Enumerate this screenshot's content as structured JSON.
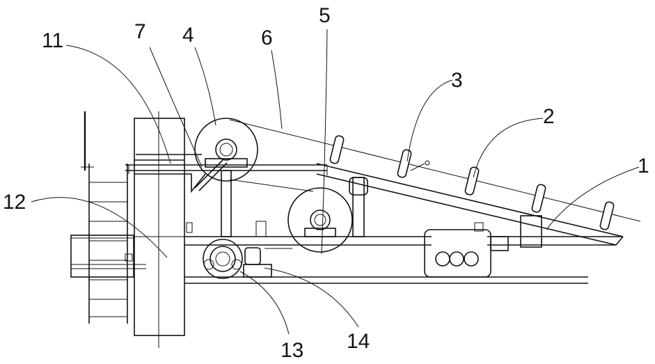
{
  "labels": {
    "l1": "1",
    "l2": "2",
    "l3": "3",
    "l4": "4",
    "l5": "5",
    "l6": "6",
    "l7": "7",
    "l11": "11",
    "l12": "12",
    "l13": "13",
    "l14": "14"
  },
  "colors": {
    "line": "#111111",
    "background": "#ffffff"
  }
}
